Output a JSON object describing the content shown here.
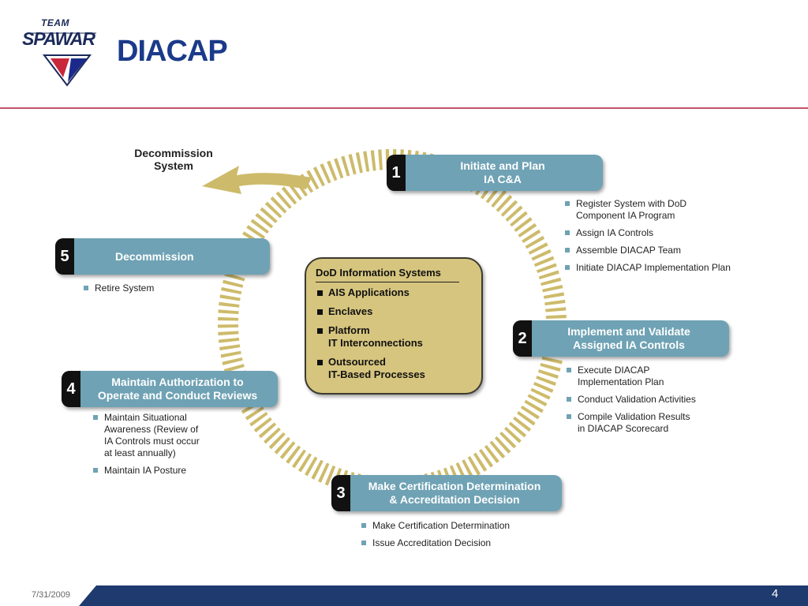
{
  "header": {
    "logo_team": "TEAM",
    "logo_spawar": "SPAWAR",
    "title": "DIACAP"
  },
  "diagram": {
    "exit_label": "Decommission\nSystem",
    "center": {
      "title": "DoD Information Systems",
      "items": [
        "AIS Applications",
        "Enclaves",
        "Platform\nIT Interconnections",
        "Outsourced\nIT-Based Processes"
      ]
    },
    "steps": [
      {
        "number": "1",
        "title": "Initiate and Plan\nIA C&A",
        "bullets": [
          "Register System with DoD\nComponent IA Program",
          "Assign IA Controls",
          "Assemble DIACAP Team",
          "Initiate DIACAP Implementation Plan"
        ]
      },
      {
        "number": "2",
        "title": "Implement and Validate\nAssigned IA Controls",
        "bullets": [
          "Execute DIACAP\nImplementation Plan",
          "Conduct Validation Activities",
          "Compile Validation Results\nin DIACAP Scorecard"
        ]
      },
      {
        "number": "3",
        "title": "Make Certification Determination\n& Accreditation Decision",
        "bullets": [
          "Make Certification Determination",
          "Issue Accreditation Decision"
        ]
      },
      {
        "number": "4",
        "title": "Maintain Authorization to\nOperate and Conduct Reviews",
        "bullets": [
          "Maintain Situational\nAwareness (Review of\nIA Controls must occur\nat least annually)",
          "Maintain IA Posture"
        ]
      },
      {
        "number": "5",
        "title": "Decommission",
        "bullets": [
          "Retire System"
        ]
      }
    ],
    "colors": {
      "step_fill": "#6fa2b4",
      "ring": "#cdbb6b",
      "center_fill": "#d6c57e"
    }
  },
  "footer": {
    "date": "7/31/2009",
    "page": "4",
    "bar_color": "#1e3a6e"
  }
}
